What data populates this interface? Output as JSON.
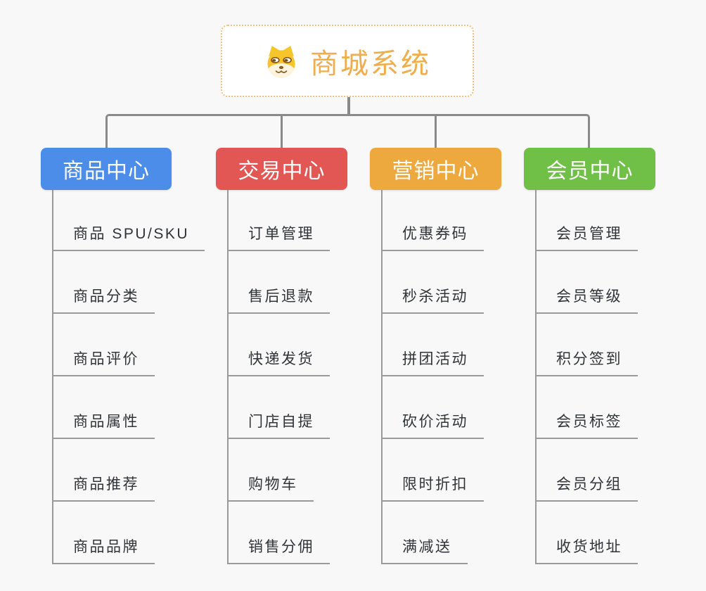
{
  "page": {
    "background_color": "#f8f8f8",
    "connector_color_primary": "#8a8a8a",
    "connector_color_secondary": "#9a9a9a"
  },
  "root": {
    "title": "商城系统",
    "icon": "doge-dog-face-icon",
    "title_color": "#efae4d",
    "border_color": "#eec27e"
  },
  "branches": [
    {
      "label": "商品中心",
      "color": "#4b8de8",
      "items": [
        "商品 SPU/SKU",
        "商品分类",
        "商品评价",
        "商品属性",
        "商品推荐",
        "商品品牌"
      ]
    },
    {
      "label": "交易中心",
      "color": "#e25754",
      "items": [
        "订单管理",
        "售后退款",
        "快递发货",
        "门店自提",
        "购物车",
        "销售分佣"
      ]
    },
    {
      "label": "营销中心",
      "color": "#eda93d",
      "items": [
        "优惠券码",
        "秒杀活动",
        "拼团活动",
        "砍价活动",
        "限时折扣",
        "满减送"
      ]
    },
    {
      "label": "会员中心",
      "color": "#70bf46",
      "items": [
        "会员管理",
        "会员等级",
        "积分签到",
        "会员标签",
        "会员分组",
        "收货地址"
      ]
    }
  ]
}
